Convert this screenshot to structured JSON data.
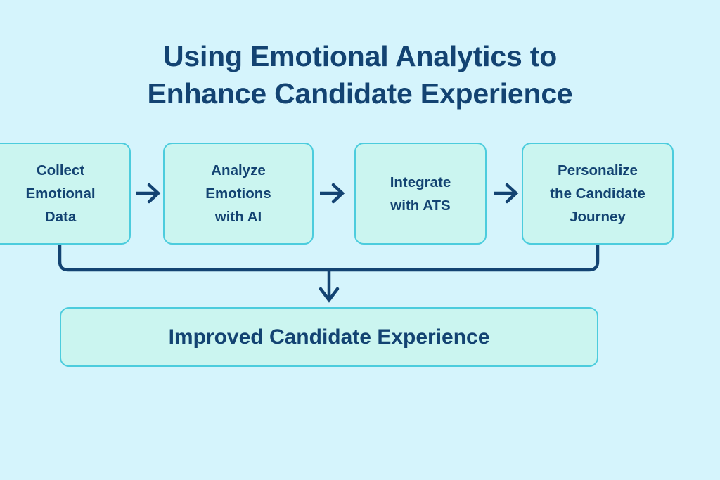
{
  "title": {
    "line1": "Using Emotional Analytics to",
    "line2": "Enhance Candidate Experience"
  },
  "colors": {
    "background": "#d5f4fc",
    "box_fill": "#cbf5f0",
    "box_border": "#4cccdd",
    "text": "#134372",
    "arrow": "#134372"
  },
  "process_steps": [
    {
      "id": "collect",
      "label": "Collect\nEmotional\nData"
    },
    {
      "id": "analyze",
      "label": "Analyze\nEmotions\nwith AI"
    },
    {
      "id": "integrate",
      "label": "Integrate\nwith ATS"
    },
    {
      "id": "personalize",
      "label": "Personalize\nthe Candidate\nJourney"
    }
  ],
  "arrows": [
    {
      "id": "arrow-1",
      "from": "collect",
      "to": "analyze",
      "icon": "arrow-right-icon"
    },
    {
      "id": "arrow-2",
      "from": "analyze",
      "to": "integrate",
      "icon": "arrow-right-icon"
    },
    {
      "id": "arrow-3",
      "from": "integrate",
      "to": "personalize",
      "icon": "arrow-right-icon"
    },
    {
      "id": "arrow-4",
      "from": "process-row",
      "to": "outcome",
      "icon": "arrow-down-icon"
    }
  ],
  "outcome": {
    "label": "Improved Candidate Experience"
  }
}
